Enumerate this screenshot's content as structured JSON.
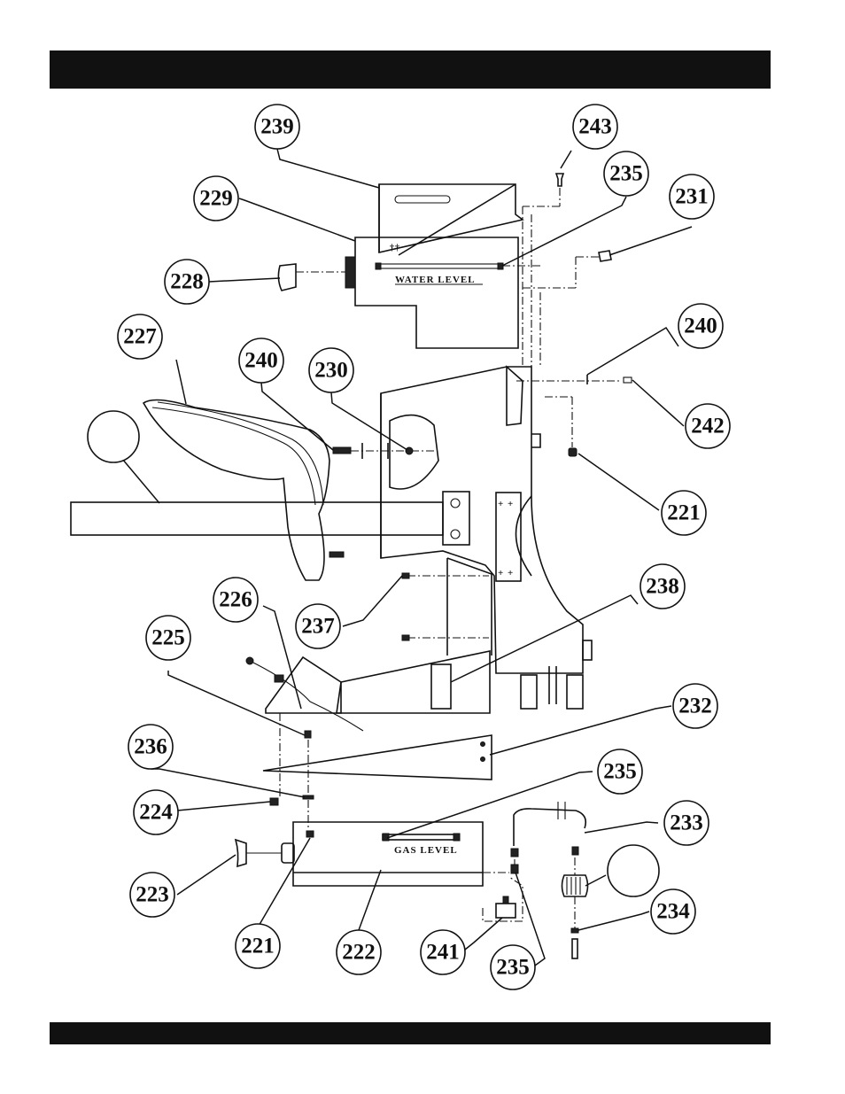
{
  "header": {
    "title": ""
  },
  "footer": {
    "text": ""
  },
  "diagram": {
    "labels": {
      "water_level": "WATER LEVEL",
      "gas_level": "GAS LEVEL"
    },
    "callouts": {
      "c239": "239",
      "c243": "243",
      "c235a": "235",
      "c229": "229",
      "c231": "231",
      "c228": "228",
      "c227": "227",
      "c240a": "240",
      "c230": "230",
      "c240b": "240",
      "c242": "242",
      "c221a": "221",
      "c226": "226",
      "c238": "238",
      "c225": "225",
      "c237": "237",
      "c232": "232",
      "c236": "236",
      "c235b": "235",
      "c224": "224",
      "c233": "233",
      "c223": "223",
      "c234": "234",
      "c221b": "221",
      "c222": "222",
      "c241": "241",
      "c235c": "235"
    },
    "blank_callouts": [
      "left-blank",
      "filter-blank"
    ]
  }
}
